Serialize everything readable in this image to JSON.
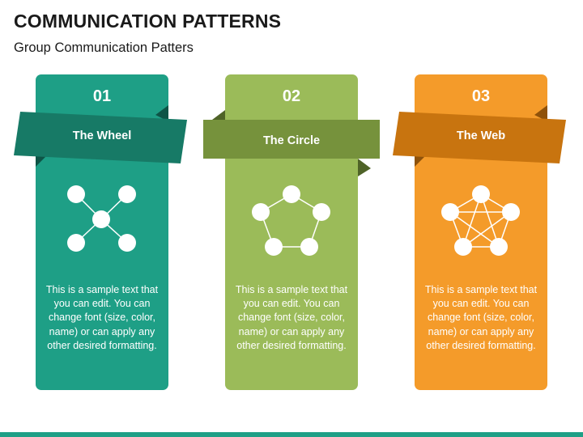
{
  "header": {
    "title": "COMMUNICATION PATTERNS",
    "subtitle": "Group Communication Patters"
  },
  "cards": [
    {
      "number": "01",
      "label": "The Wheel",
      "text": "This is a sample text that you can edit. You can change font (size, color, name) or can apply any other desired formatting.",
      "color": "#1e9f86",
      "ribbon_color": "#177a66",
      "fold_color": "#0e5446",
      "icon": "wheel-network-icon"
    },
    {
      "number": "02",
      "label": "The Circle",
      "text": "This is a sample text that you can edit. You can change font (size, color, name) or can apply any other desired formatting.",
      "color": "#9bbb59",
      "ribbon_color": "#76923c",
      "fold_color": "#4f6328",
      "icon": "circle-network-icon"
    },
    {
      "number": "03",
      "label": "The Web",
      "text": "This is a sample text that you can edit. You can change font (size, color, name) or can apply any other desired formatting.",
      "color": "#f49b2a",
      "ribbon_color": "#c8740f",
      "fold_color": "#8f520a",
      "icon": "web-network-icon"
    }
  ]
}
